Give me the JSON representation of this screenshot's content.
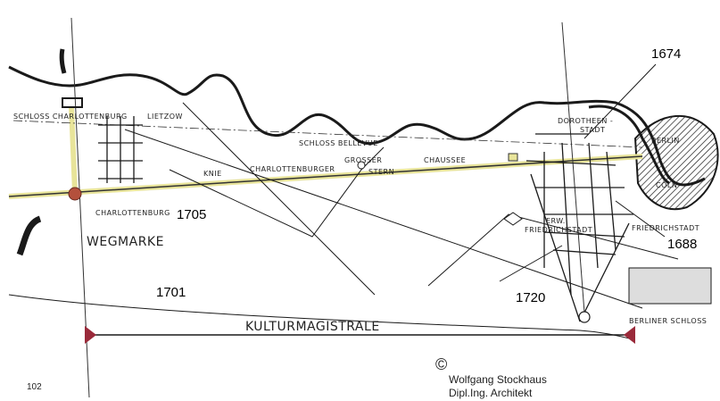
{
  "map": {
    "labels": {
      "schloss_charlottenburg": "SCHLOSS CHARLOTTENBURG",
      "lietzow": "LIETZOW",
      "schloss_bellevue": "SCHLOSS BELLEVUE",
      "knie": "KNIE",
      "charlottenburger": "CHARLOTTENBURGER",
      "chaussee": "CHAUSSEE",
      "grosser": "GROSSER",
      "stern": "STERN",
      "charlottenburg": "CHARLOTTENBURG",
      "charlottenburg_year": "1705",
      "wegmarke": "WEGMARKE",
      "year_1701": "1701",
      "kulturmagistrale": "KULTURMAGISTRALE",
      "dorotheen": "DOROTHEEN -",
      "stadt": "STADT",
      "berlin": "BERLIN",
      "coelln": "CÖLN",
      "year_1674": "1674",
      "erw": "ERW.",
      "erw_friedrichstadt": "FRIEDRICHSTADT",
      "friedrichstadt": "FRIEDRICHSTADT",
      "year_1688": "1688",
      "year_1720": "1720",
      "berliner_schloss": "BERLINER SCHLOSS"
    },
    "colors": {
      "axis_highlight": "#e8e49a",
      "marker": "#9a2a3a",
      "ink": "#1a1a1a"
    }
  },
  "credit": {
    "symbol": "©",
    "author": "Wolfgang Stockhaus",
    "title": "Dipl.Ing. Architekt"
  },
  "page_number": "102"
}
